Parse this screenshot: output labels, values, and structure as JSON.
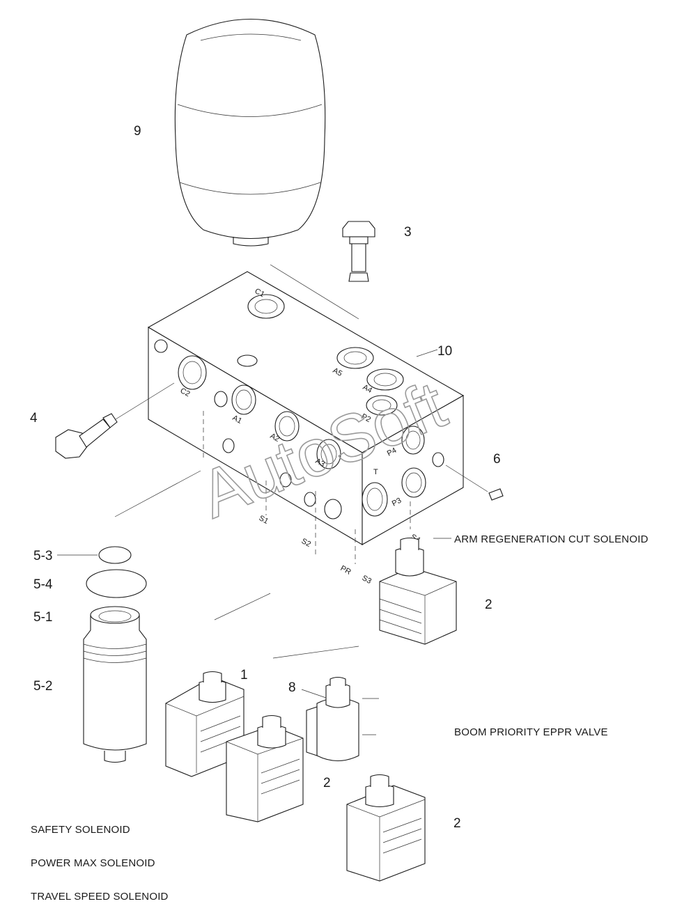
{
  "part_numbers": {
    "n9": "9",
    "n3": "3",
    "n10": "10",
    "n4": "4",
    "n6": "6",
    "n5_3": "5-3",
    "n5_4": "5-4",
    "n5_1": "5-1",
    "n5_2": "5-2",
    "n2_right": "2",
    "n1": "1",
    "n8": "8",
    "n2_middle": "2",
    "n2_bottom": "2"
  },
  "port_labels": {
    "c1": "C1",
    "c2": "C2",
    "a1": "A1",
    "a2": "A2",
    "a3": "A3",
    "a4": "A4",
    "a5": "A5",
    "p2": "P2",
    "p3": "P3",
    "p4": "P4",
    "t": "T",
    "s1": "S1",
    "s2": "S2",
    "s3": "S3",
    "s4": "S4",
    "pr": "PR"
  },
  "captions": {
    "arm_regen": "ARM REGENERATION CUT SOLENOID",
    "boom_priority": "BOOM PRIORITY EPPR VALVE",
    "safety": "SAFETY SOLENOID",
    "power_max": "POWER MAX SOLENOID",
    "travel_speed": "TRAVEL SPEED SOLENOID"
  },
  "watermark": "AutoSoft"
}
